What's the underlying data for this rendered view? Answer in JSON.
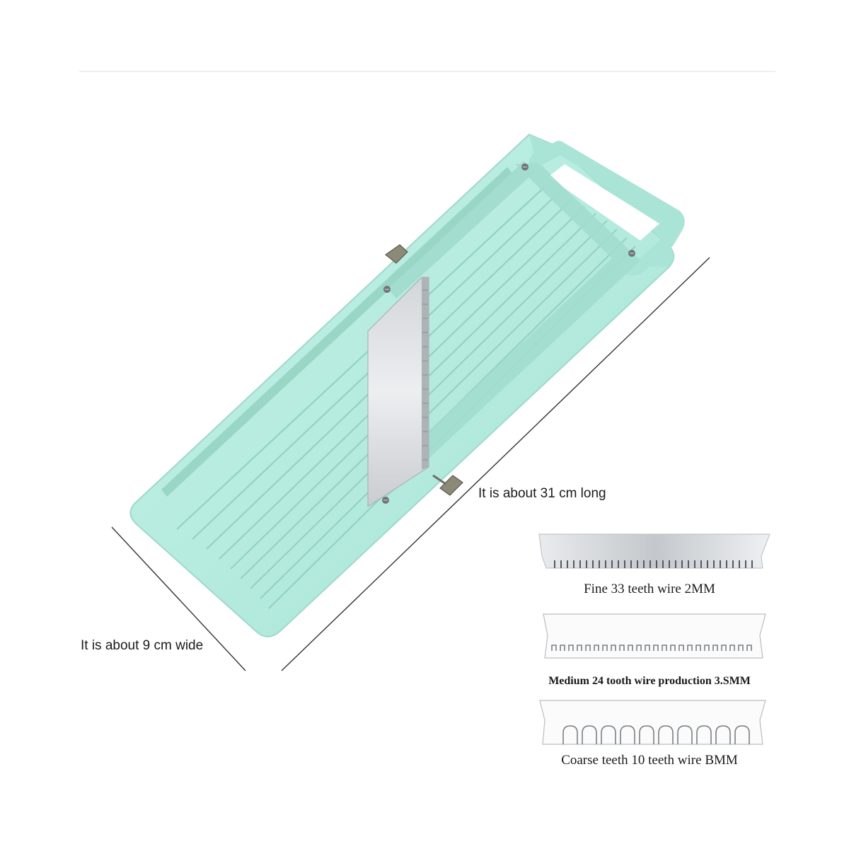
{
  "product": {
    "name": "mandoline-slicer",
    "body_color": "#b5ece0",
    "frame_color": "#a8e4d6",
    "blade_color": "#d9dcdf"
  },
  "dimensions": {
    "length_label": "It is about 31 cm long",
    "width_label": "It is about 9 cm wide"
  },
  "blades": [
    {
      "label": "Fine 33 teeth wire 2MM",
      "teeth": 33
    },
    {
      "label": "Medium 24 tooth wire production 3.SMM",
      "teeth": 24
    },
    {
      "label": "Coarse teeth 10 teeth wire BMM",
      "teeth": 10
    }
  ]
}
